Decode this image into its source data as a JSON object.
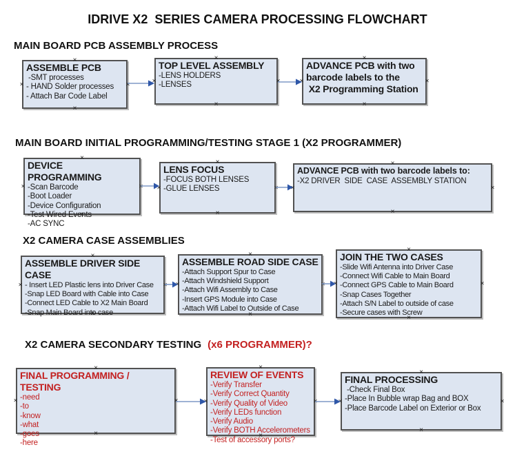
{
  "title": "IDRIVE X2  SERIES CAMERA PROCESSING FLOWCHART",
  "colors": {
    "box_fill": "#dde5f1",
    "box_border": "#515151",
    "red_text": "#c32020",
    "arrow_line": "#7e99c6",
    "arrow_head": "#2f57a8",
    "text": "#1a1a1a"
  },
  "sections": [
    {
      "heading": "MAIN BOARD PCB ASSEMBLY PROCESS",
      "boxes": [
        {
          "title": "ASSEMBLE PCB",
          "items": [
            " -SMT processes",
            "- HAND Solder processes",
            "- Attach Bar Code Label"
          ]
        },
        {
          "title": "TOP LEVEL ASSEMBLY",
          "items": [
            "-LENS HOLDERS",
            "-LENSES"
          ]
        },
        {
          "title": "ADVANCE PCB with two barcode labels to the\n X2 Programming Station",
          "items": []
        }
      ]
    },
    {
      "heading": "MAIN BOARD INITIAL PROGRAMMING/TESTING STAGE 1 (X2 PROGRAMMER)",
      "boxes": [
        {
          "title": "DEVICE PROGRAMMING",
          "items": [
            "-Scan Barcode",
            "-Boot Loader",
            "-Device Configuration",
            "-Test Wired Events",
            "-AC SYNC"
          ]
        },
        {
          "title": "LENS FOCUS",
          "items": [
            "-FOCUS BOTH LENSES",
            "-GLUE LENSES"
          ]
        },
        {
          "title": "ADVANCE PCB with two barcode labels to:",
          "items": [
            "-X2 DRIVER  SIDE  CASE  ASSEMBLY STATION"
          ]
        }
      ]
    },
    {
      "heading": "X2 CAMERA CASE ASSEMBLIES",
      "boxes": [
        {
          "title": "ASSEMBLE DRIVER SIDE CASE",
          "items": [
            "- Insert LED Plastic lens into Driver Case",
            "-Snap LED Board with Cable into Case",
            "-Connect LED Cable to X2 Main Board",
            "-Snap Main Board into case"
          ]
        },
        {
          "title": "ASSEMBLE ROAD SIDE CASE",
          "items": [
            "-Attach Support Spur to Case",
            "-Attach Windshield Support",
            "-Attach Wifi Assembly to Case",
            "-Insert GPS Module into Case",
            "-Attach Wifi Label to Outside of Case"
          ]
        },
        {
          "title": "JOIN THE TWO CASES",
          "items": [
            "-Slide Wifi Antenna into Driver Case",
            "-Connect Wifi Cable to Main Board",
            "-Connect GPS Cable to Main Board",
            "-Snap Cases Together",
            "-Attach S/N Label to outside of case",
            "-Secure cases with Screw"
          ]
        }
      ]
    },
    {
      "heading": "X2 CAMERA SECONDARY TESTING",
      "heading_suffix_red": "(x6 PROGRAMMER)?",
      "boxes": [
        {
          "title": "FINAL PROGRAMMING / TESTING",
          "items": [
            "-need",
            "-to",
            "-know",
            "-what",
            "-goes",
            "-here"
          ]
        },
        {
          "title": "REVIEW OF EVENTS",
          "items": [
            "-Verify Transfer",
            "-Verify Correct Quantity",
            "-Verify Quality of Video",
            "-Verify LEDs function",
            "-Verify Audio",
            "-Verify BOTH Accelerometers",
            "-Test of accessory ports?"
          ]
        },
        {
          "title": "FINAL PROCESSING",
          "items": [
            " -Check Final Box",
            "-Place In Bubble wrap Bag and BOX",
            "-Place Barcode Label on Exterior or Box"
          ]
        }
      ]
    }
  ]
}
